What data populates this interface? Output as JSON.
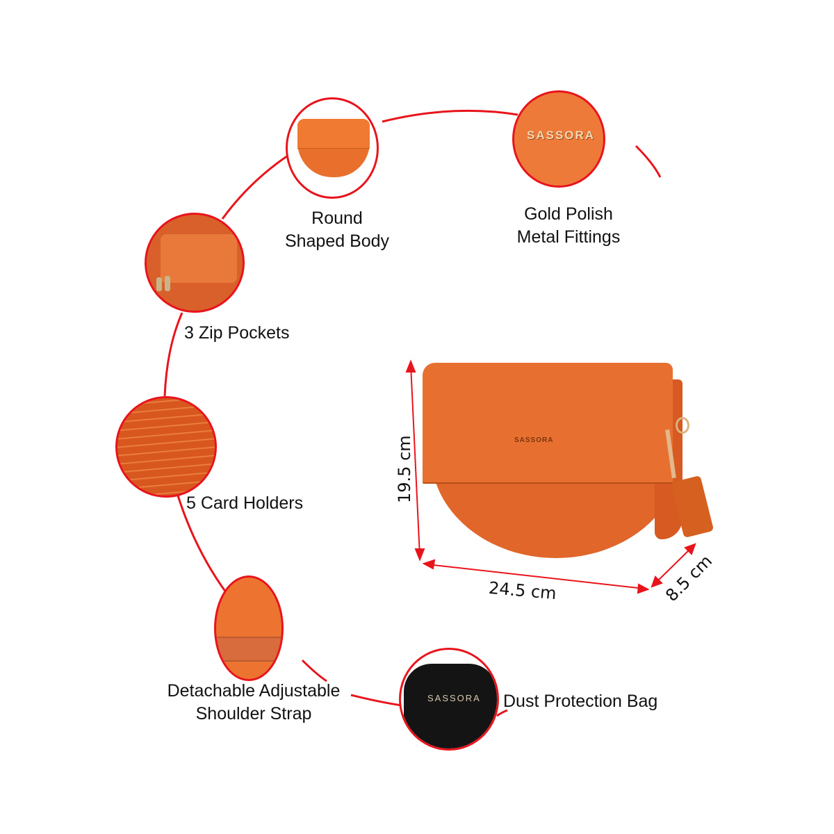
{
  "features": [
    {
      "id": "round-shaped-body",
      "label_line1": "Round",
      "label_line2": "Shaped Body"
    },
    {
      "id": "gold-polish-fittings",
      "label_line1": "Gold Polish",
      "label_line2": "Metal Fittings",
      "brand_text": "SASSORA"
    },
    {
      "id": "zip-pockets",
      "label": "3 Zip Pockets"
    },
    {
      "id": "card-holders",
      "label": "5 Card Holders"
    },
    {
      "id": "shoulder-strap",
      "label_line1": "Detachable Adjustable",
      "label_line2": "Shoulder Strap"
    },
    {
      "id": "dust-bag",
      "label": "Dust Protection Bag",
      "brand_text": "SASSORA"
    }
  ],
  "product": {
    "brand_plate": "SASSORA",
    "dimensions": {
      "height": "19.5 cm",
      "width": "24.5 cm",
      "depth": "8.5 cm"
    }
  },
  "colors": {
    "accent_line": "#e8141c",
    "bag_orange": "#e0662a",
    "text": "#111111"
  }
}
